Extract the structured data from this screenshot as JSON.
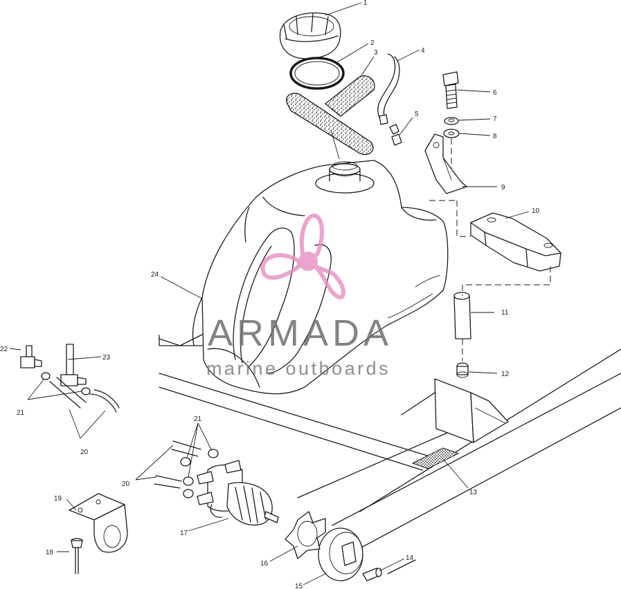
{
  "watermark": {
    "title": "ARMADA",
    "subtitle": "marine outboards",
    "logo_color": "#e58bbf",
    "text_color": "#6e6e6e"
  },
  "callouts": {
    "c1": "1",
    "c2": "2",
    "c3": "3",
    "c4": "4",
    "c5": "5",
    "c6": "6",
    "c7": "7",
    "c8": "8",
    "c9": "9",
    "c10": "10",
    "c11": "11",
    "c12": "12",
    "c13": "13",
    "c14": "14",
    "c15": "15",
    "c16": "16",
    "c17": "17",
    "c18": "18",
    "c19": "19",
    "c20a": "20",
    "c20b": "20",
    "c21a": "21",
    "c21b": "21",
    "c22": "22",
    "c23": "23",
    "c24": "24"
  }
}
